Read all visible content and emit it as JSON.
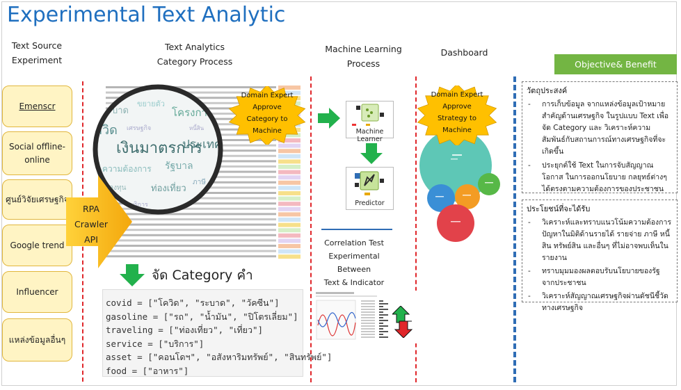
{
  "title": "Experimental Text Analytic",
  "columns": {
    "source": [
      "Text Source",
      "Experiment"
    ],
    "analytics": [
      "Text Analytics",
      "Category Process"
    ],
    "ml": [
      "Machine Learning",
      "Process"
    ],
    "dashboard": "Dashboard",
    "objective": "Objective& Benefit"
  },
  "sources": [
    "Emenscr",
    "Social offline-\nonline",
    "ศูนย์วิจัยเศรษฐกิจ",
    "Google trend",
    "Influencer",
    "แหล่งข้อมูลอื่นๆ"
  ],
  "rpa": [
    "RPA",
    "Crawler",
    "API"
  ],
  "domain_expert_1": "Domain Expert\nApprove\nCategory to\nMachine",
  "domain_expert_2": "Domain Expert\nApprove\nStrategy to\nMachine",
  "categorize_label": "จัด Category คำ",
  "category_code": [
    "covid = [\"โควิด\", \"ระบาด\", \"วัคซีน\"]",
    "gasoline = [\"รถ\", \"น้ำมัน\", \"ปิโตรเลี่ยม\"]",
    "traveling = [\"ท่องเที่ยว\", \"เที่ยว\"]",
    "service = [\"บริการ\"]",
    "asset = [\"คอนโดฯ\", \"อสังหาริมทรัพย์\", \"สินทรัพย์\"]",
    "food = [\"อาหาร\"]"
  ],
  "ml_nodes": {
    "learner": "Machine Learner",
    "predictor": "Predictor"
  },
  "correlation": [
    "Correlation Test",
    "Experimental",
    "Between",
    "Text & Indicator"
  ],
  "objective_box": {
    "title": "วัตถุประสงค์",
    "items": [
      "การเก็บข้อมูล จากแหล่งข้อมูลเป้าหมายสำคัญด้านเศรษฐกิจ ในรูปแบบ Text เพื่อจัด Category และ วิเคราะห์ความสัมพันธ์กับสถานการณ์ทางเศรษฐกิจที่จะเกิดขึ้น",
      "ประยุกต์ใช้ Text ในการจับสัญญาณ โอกาส ในการออกนโยบาย กลยุทธ์ต่างๆ ได้ตรงตามความต้องการของประชาชน"
    ]
  },
  "benefit_box": {
    "title": "ประโยชน์ที่จะได้รับ",
    "items": [
      "วิเคราะห์และทราบแนวโน้มความต้องการ ปัญหาในมิติด้านรายได้ รายจ่าย ภาษี หนี้สิน ทรัพย์สิน และอื่นๆ ที่ไม่อาจพบเห็นในรายงาน",
      "ทราบมุมมองผลตอบรับนโยบายของรัฐจากประชาชน",
      "วิเคราะห์สัญญาณเศรษฐกิจผ่านดัชนีชี้วัดทางเศรษฐกิจ"
    ]
  },
  "colors": {
    "title_blue": "#1f6fbf",
    "red_divider": "#e0262a",
    "blue_divider": "#2f6db5",
    "source_fill": "#fff4c4",
    "star_fill": "#ffc000",
    "arrow_green": "#22b14c",
    "objective_green": "#73b543",
    "bubble_teal": "#5ec7b6",
    "bubble_blue": "#3a8fd6",
    "bubble_orange": "#f39c24",
    "bubble_green": "#57b847",
    "bubble_red": "#e2424a"
  }
}
